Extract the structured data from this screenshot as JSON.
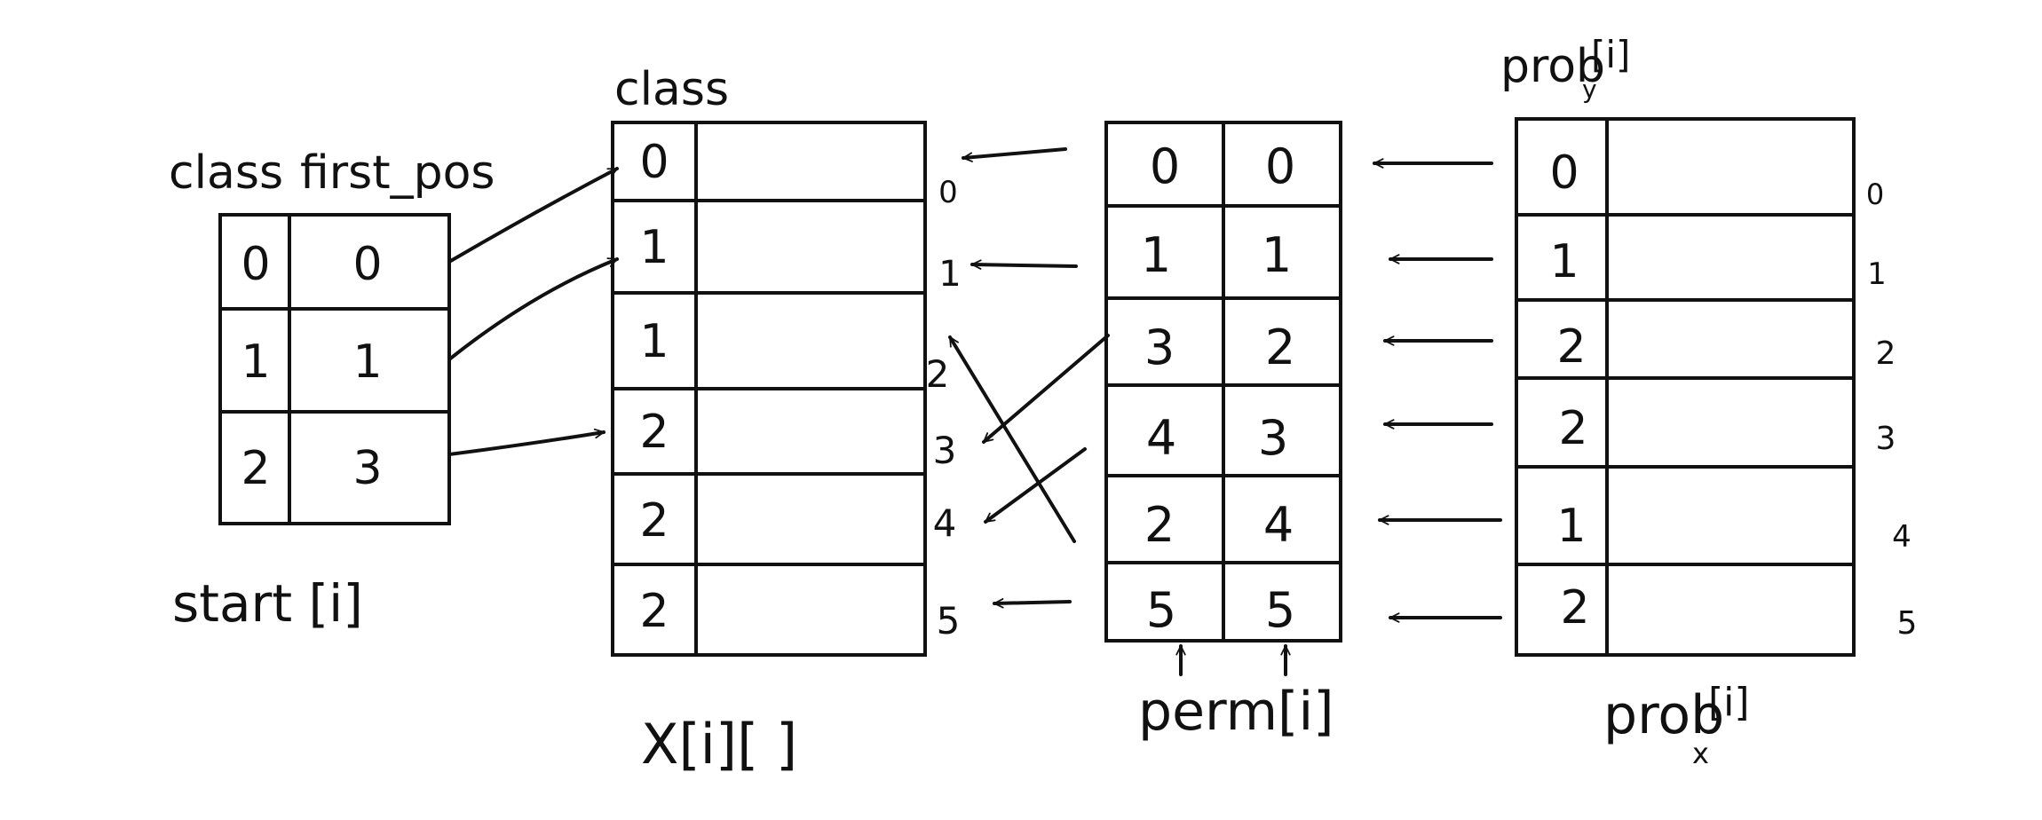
{
  "start_table": {
    "header_class": "class",
    "header_first_pos": "first_pos",
    "rows": [
      [
        "0",
        "0"
      ],
      [
        "1",
        "1"
      ],
      [
        "2",
        "3"
      ]
    ],
    "caption": "start [i]"
  },
  "x_table": {
    "header": "class",
    "classes": [
      "0",
      "1",
      "1",
      "2",
      "2",
      "2"
    ],
    "row_indices": [
      "0",
      "1",
      "2",
      "3",
      "4",
      "5"
    ],
    "caption": "X[i][ ]"
  },
  "perm_table": {
    "rows": [
      [
        "0",
        "0"
      ],
      [
        "1",
        "1"
      ],
      [
        "3",
        "2"
      ],
      [
        "4",
        "3"
      ],
      [
        "2",
        "4"
      ],
      [
        "5",
        "5"
      ]
    ],
    "caption": "perm[i]"
  },
  "prob_table": {
    "header": "prob",
    "header_sub": "y",
    "header_suffix": "[i]",
    "values": [
      "0",
      "1",
      "2",
      "2",
      "1",
      "2"
    ],
    "row_indices": [
      "0",
      "1",
      "2",
      "3",
      "4",
      "5"
    ],
    "caption": "prob",
    "caption_sub": "x",
    "caption_suffix": "[i]"
  }
}
